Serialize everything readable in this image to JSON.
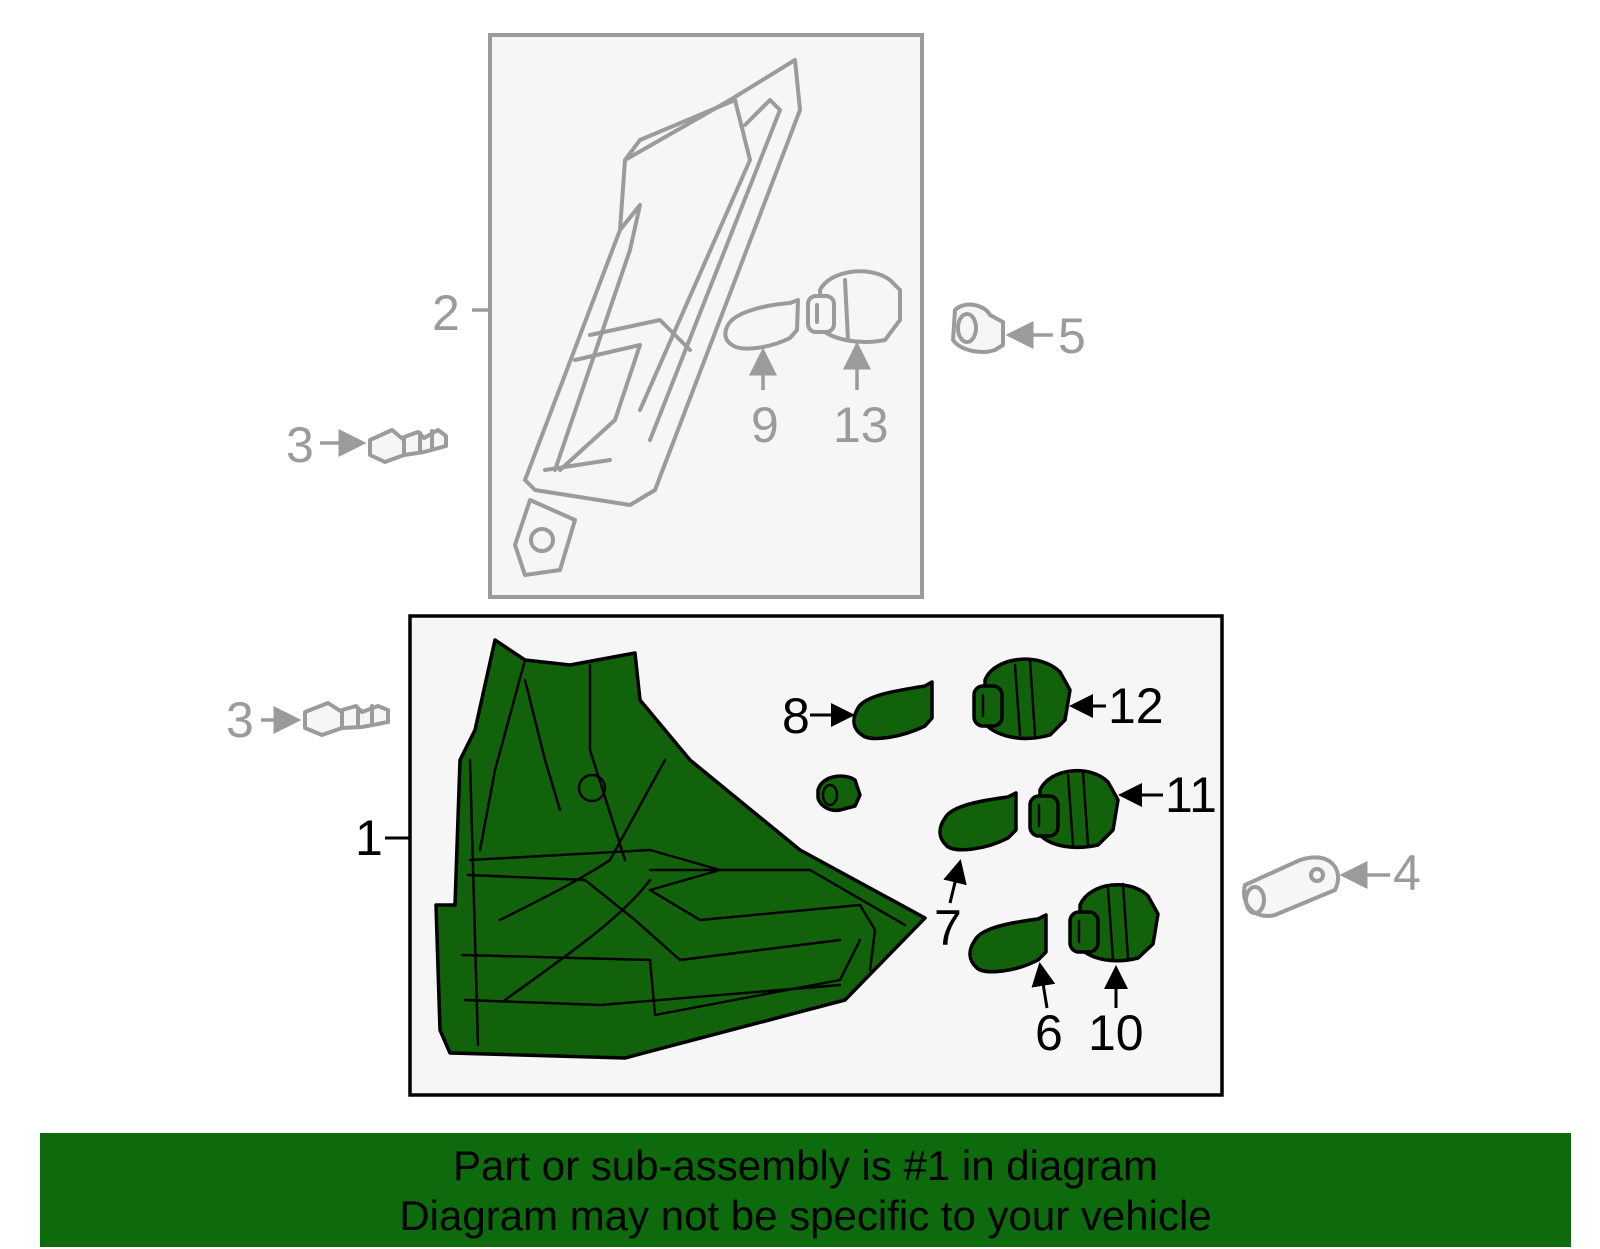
{
  "callouts": {
    "c1": "1",
    "c2": "2",
    "c3a": "3",
    "c3b": "3",
    "c4": "4",
    "c5": "5",
    "c6": "6",
    "c7": "7",
    "c8": "8",
    "c9": "9",
    "c10": "10",
    "c11": "11",
    "c12": "12",
    "c13": "13"
  },
  "banner": {
    "line1": "Part or sub-assembly is #1 in diagram",
    "line2": "Diagram may not be specific to your vehicle"
  },
  "colors": {
    "highlight": "#11620a",
    "banner": "#0d6b0e",
    "inactive": "#9b9b9b",
    "panel": "#f6f6f6"
  }
}
